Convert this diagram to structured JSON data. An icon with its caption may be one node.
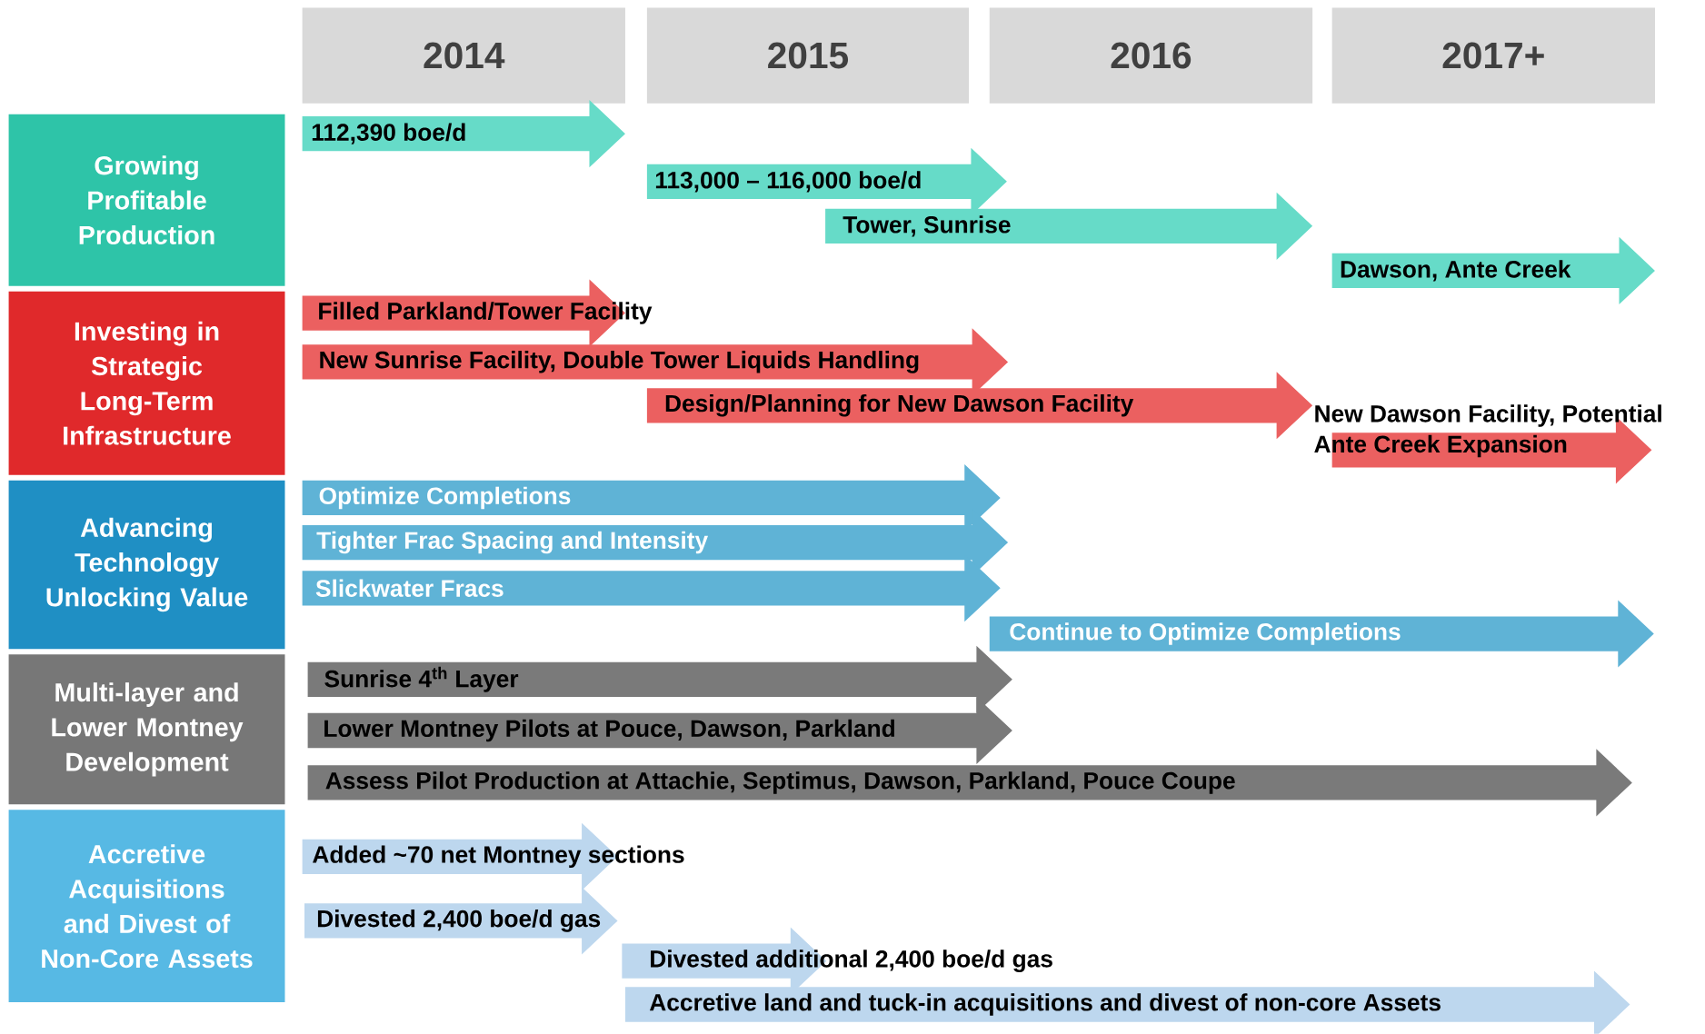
{
  "diagram": {
    "nodes": [
      {
        "text": [
          "2014"
        ]
      },
      {
        "text": [
          "2015"
        ]
      },
      {
        "text": [
          "2016"
        ]
      },
      {
        "text": [
          "2017+"
        ]
      },
      {
        "text": [
          "Growing Profitable Production"
        ]
      },
      {
        "text": [
          "Investing in Strategic Long-Term Infrastructure"
        ]
      },
      {
        "text": [
          "Advancing Technology Unlocking Value"
        ]
      },
      {
        "text": [
          "Multi-layer and Lower Montney Development"
        ]
      },
      {
        "text": [
          "Accretive Acquisitions and Divest of Non-Core Assets"
        ]
      },
      {
        "text": [
          "112,390 boe/d"
        ]
      },
      {
        "text": [
          "113,000 – 116,000 boe/d"
        ]
      },
      {
        "text": [
          "Tower, Sunrise"
        ]
      },
      {
        "text": [
          "Dawson, Ante Creek"
        ]
      },
      {
        "text": [
          "Filled Parkland/Tower Facility"
        ]
      },
      {
        "text": [
          "New Sunrise Facility, Double Tower Liquids Handling"
        ]
      },
      {
        "text": [
          "Design/Planning for New Dawson Facility"
        ]
      },
      {
        "text": [
          "New Dawson Facility, Potential Ante Creek Expansion"
        ]
      },
      {
        "text": [
          "Optimize Completions"
        ]
      },
      {
        "text": [
          "Tighter Frac Spacing and Intensity"
        ]
      },
      {
        "text": [
          "Slickwater Fracs"
        ]
      },
      {
        "text": [
          "Continue to Optimize Completions"
        ]
      },
      {
        "text": [
          "Sunrise 4$^{th}$ Layer"
        ]
      },
      {
        "text": [
          "Lower Montney Pilots at Pouce, Dawson, Parkland"
        ]
      },
      {
        "text": [
          "Assess Pilot Production at Attachie, Septimus, Dawson, Parkland, Pouce Coupe"
        ]
      },
      {
        "text": [
          "Added ~70 net Montney sections"
        ]
      },
      {
        "text": [
          "Divested 2,400 boe/d gas"
        ]
      },
      {
        "text": [
          "Divested additional 2,400 boe/d gas"
        ]
      },
      {
        "text": [
          "Accretive land and tuck-in acquisitions and divest of non-core Assets"
        ]
      }
    ]
  }
}
